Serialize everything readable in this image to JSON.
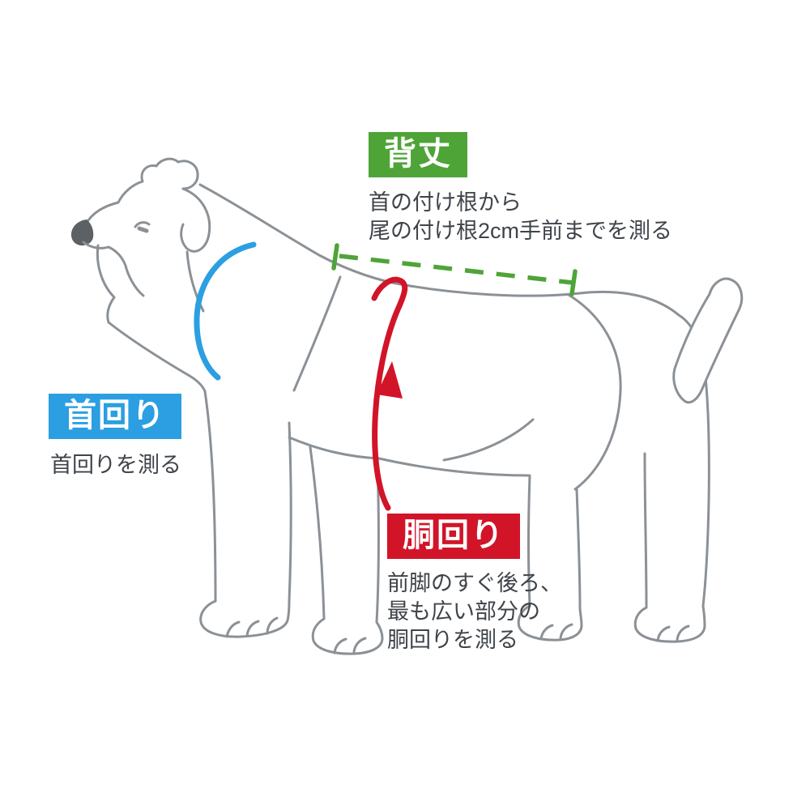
{
  "diagram": {
    "subject": "dog-size-measurement-guide",
    "outline_color": "#8b9196",
    "text_color": "#3f444a",
    "background_color": "#ffffff",
    "measurements": {
      "back_length": {
        "label": "背丈",
        "color": "#4fa438",
        "description_lines": [
          "首の付け根から",
          "尾の付け根2cm手前までを測る"
        ]
      },
      "neck_girth": {
        "label": "首回り",
        "color": "#2b9fe1",
        "description_lines": [
          "首回りを測る"
        ]
      },
      "body_girth": {
        "label": "胴回り",
        "color": "#d21428",
        "description_lines": [
          "前脚のすぐ後ろ、",
          "最も広い部分の",
          "胴回りを測る"
        ]
      }
    }
  }
}
